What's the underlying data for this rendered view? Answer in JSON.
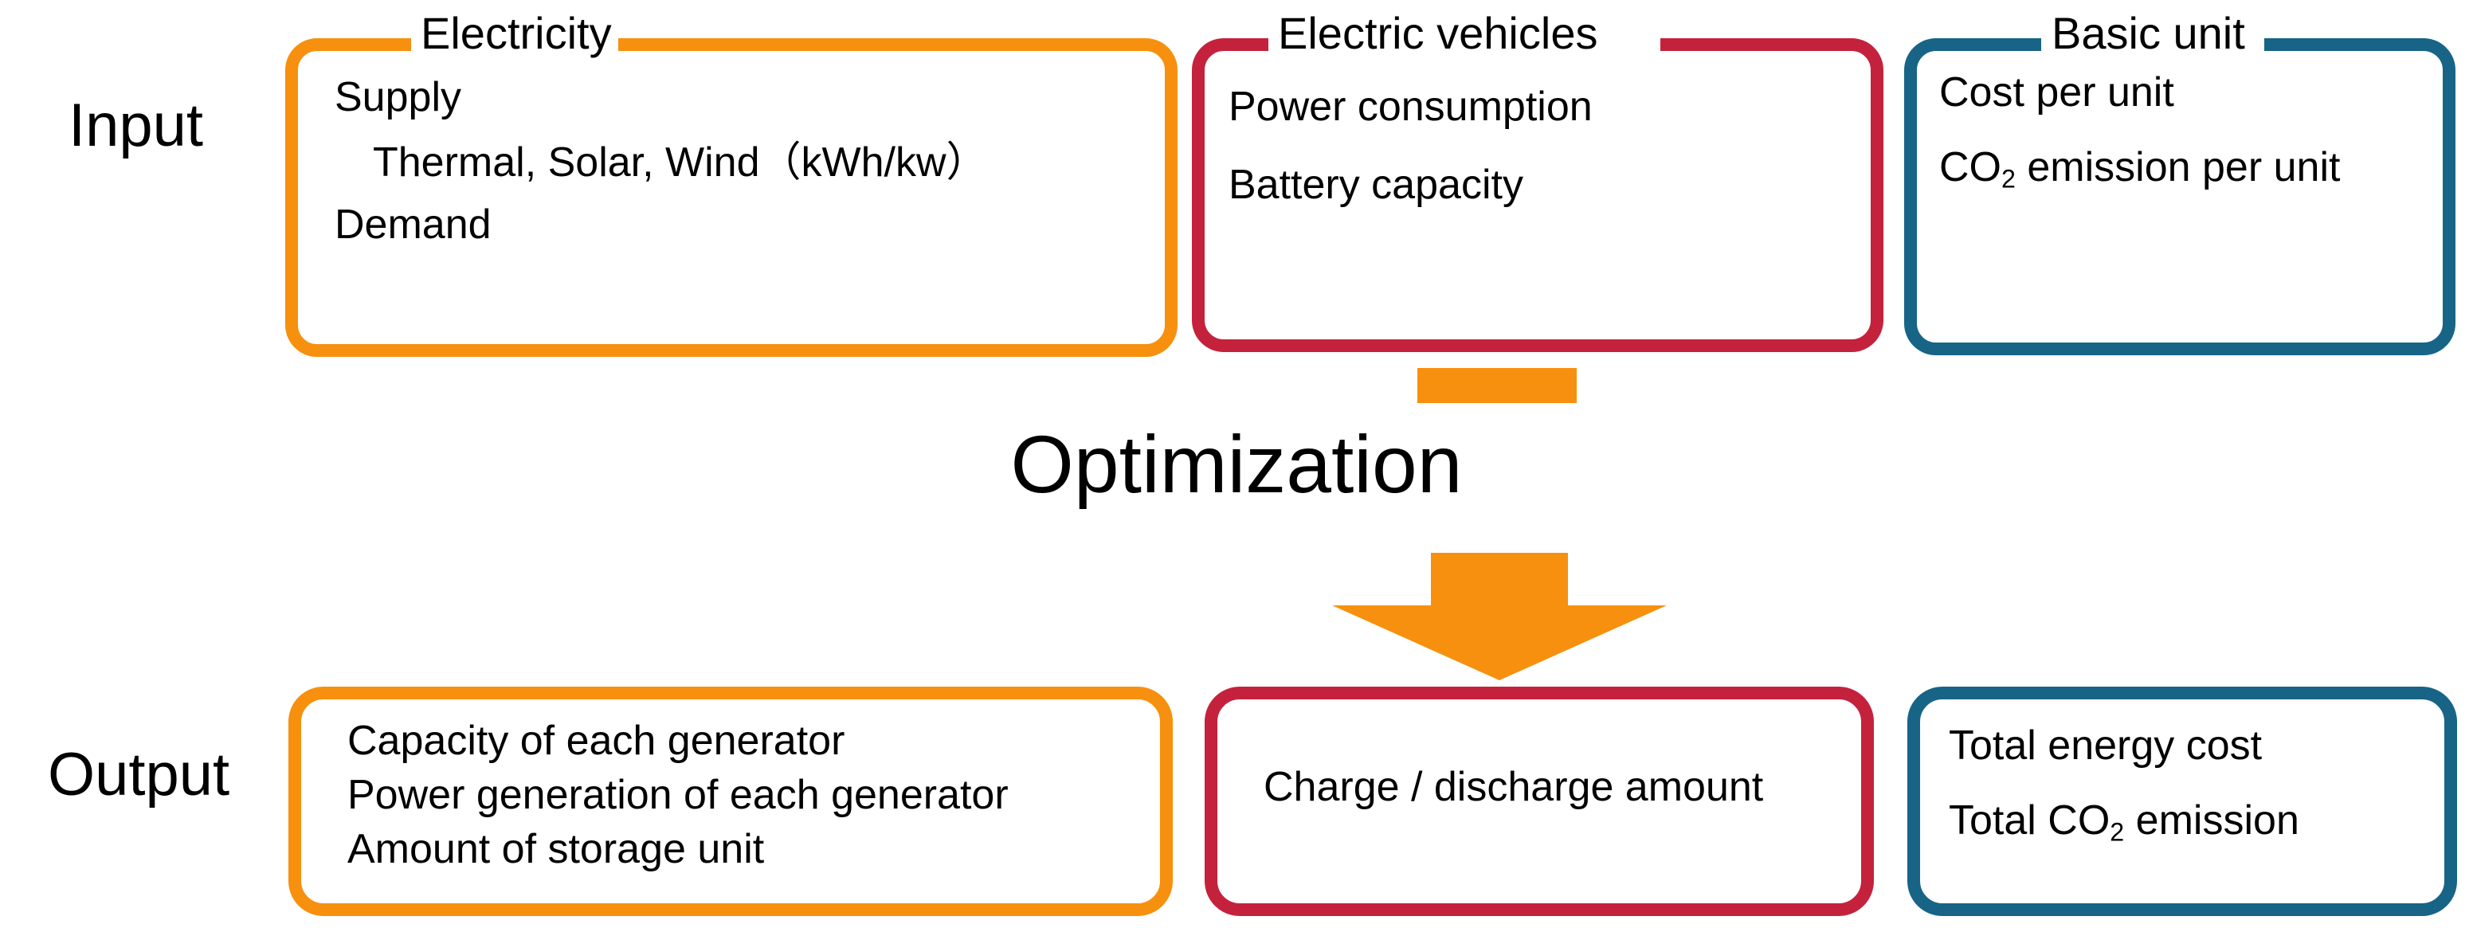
{
  "diagram": {
    "title": "Optimization model input / output flow",
    "colors": {
      "orange": "#F7900E",
      "crimson": "#C4223C",
      "teal": "#176486",
      "text": "#000000",
      "background": "#FFFFFF"
    },
    "rows": {
      "input_label": "Input",
      "output_label": "Output"
    },
    "input": {
      "electricity": {
        "title": "Electricity",
        "accent": "#F7900E",
        "lines": [
          "Supply",
          "Thermal, Solar, Wind（kWh/kw）",
          "Demand"
        ]
      },
      "electric_vehicles": {
        "title": "Electric vehicles",
        "accent": "#C4223C",
        "lines": [
          "Power consumption",
          "Battery capacity"
        ]
      },
      "basic_unit": {
        "title": "Basic unit",
        "accent": "#176486",
        "lines": [
          "Cost per unit",
          "CO2 emission per unit"
        ],
        "line_rich": [
          {
            "pre": "Cost per unit",
            "sub": "",
            "post": ""
          },
          {
            "pre": "CO",
            "sub": "2",
            "post": " emission per unit"
          }
        ]
      }
    },
    "process": {
      "label": "Optimization",
      "arrow_color": "#F7900E",
      "stub_icon": "arrow-stem",
      "head_icon": "arrow-down-icon"
    },
    "output": {
      "generation": {
        "accent": "#F7900E",
        "lines": [
          "Capacity of each generator",
          "Power generation of each generator",
          "Amount of storage unit"
        ]
      },
      "charge": {
        "accent": "#C4223C",
        "lines": [
          "Charge / discharge amount"
        ]
      },
      "totals": {
        "accent": "#176486",
        "lines": [
          "Total energy cost",
          "Total CO2 emission"
        ],
        "line_rich": [
          {
            "pre": "Total energy cost",
            "sub": "",
            "post": ""
          },
          {
            "pre": "Total CO",
            "sub": "2",
            "post": " emission"
          }
        ]
      }
    }
  }
}
